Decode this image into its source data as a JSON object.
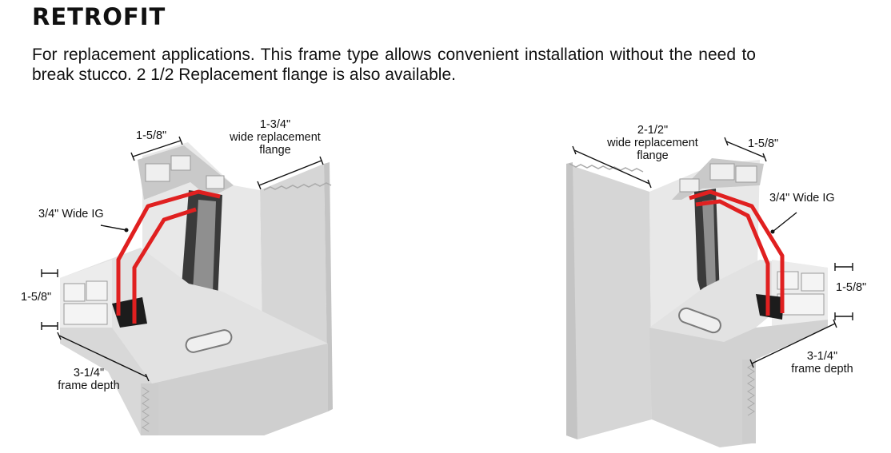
{
  "page": {
    "title": "RETROFIT",
    "description": "For replacement applications. This frame type allows convenient installation without the need to break stucco. 2 1/2 Replacement flange is also available."
  },
  "left_diagram": {
    "dim_top_width": "1-5/8\"",
    "flange_line1": "1-3/4\"",
    "flange_line2": "wide replacement",
    "flange_line3": "flange",
    "ig_label": "3/4\" Wide IG",
    "dim_side": "1-5/8\"",
    "depth_line1": "3-1/4\"",
    "depth_line2": "frame depth"
  },
  "right_diagram": {
    "flange_line1": "2-1/2\"",
    "flange_line2": "wide replacement",
    "flange_line3": "flange",
    "dim_top_width": "1-5/8\"",
    "ig_label": "3/4\" Wide IG",
    "dim_side": "1-5/8\"",
    "depth_line1": "3-1/4\"",
    "depth_line2": "frame depth"
  },
  "colors": {
    "frame_light": "#e6e6e6",
    "frame_mid": "#d3d3d3",
    "frame_dark": "#bdbdbd",
    "glass_dark": "#2a2a2a",
    "ig_red": "#e02020"
  }
}
